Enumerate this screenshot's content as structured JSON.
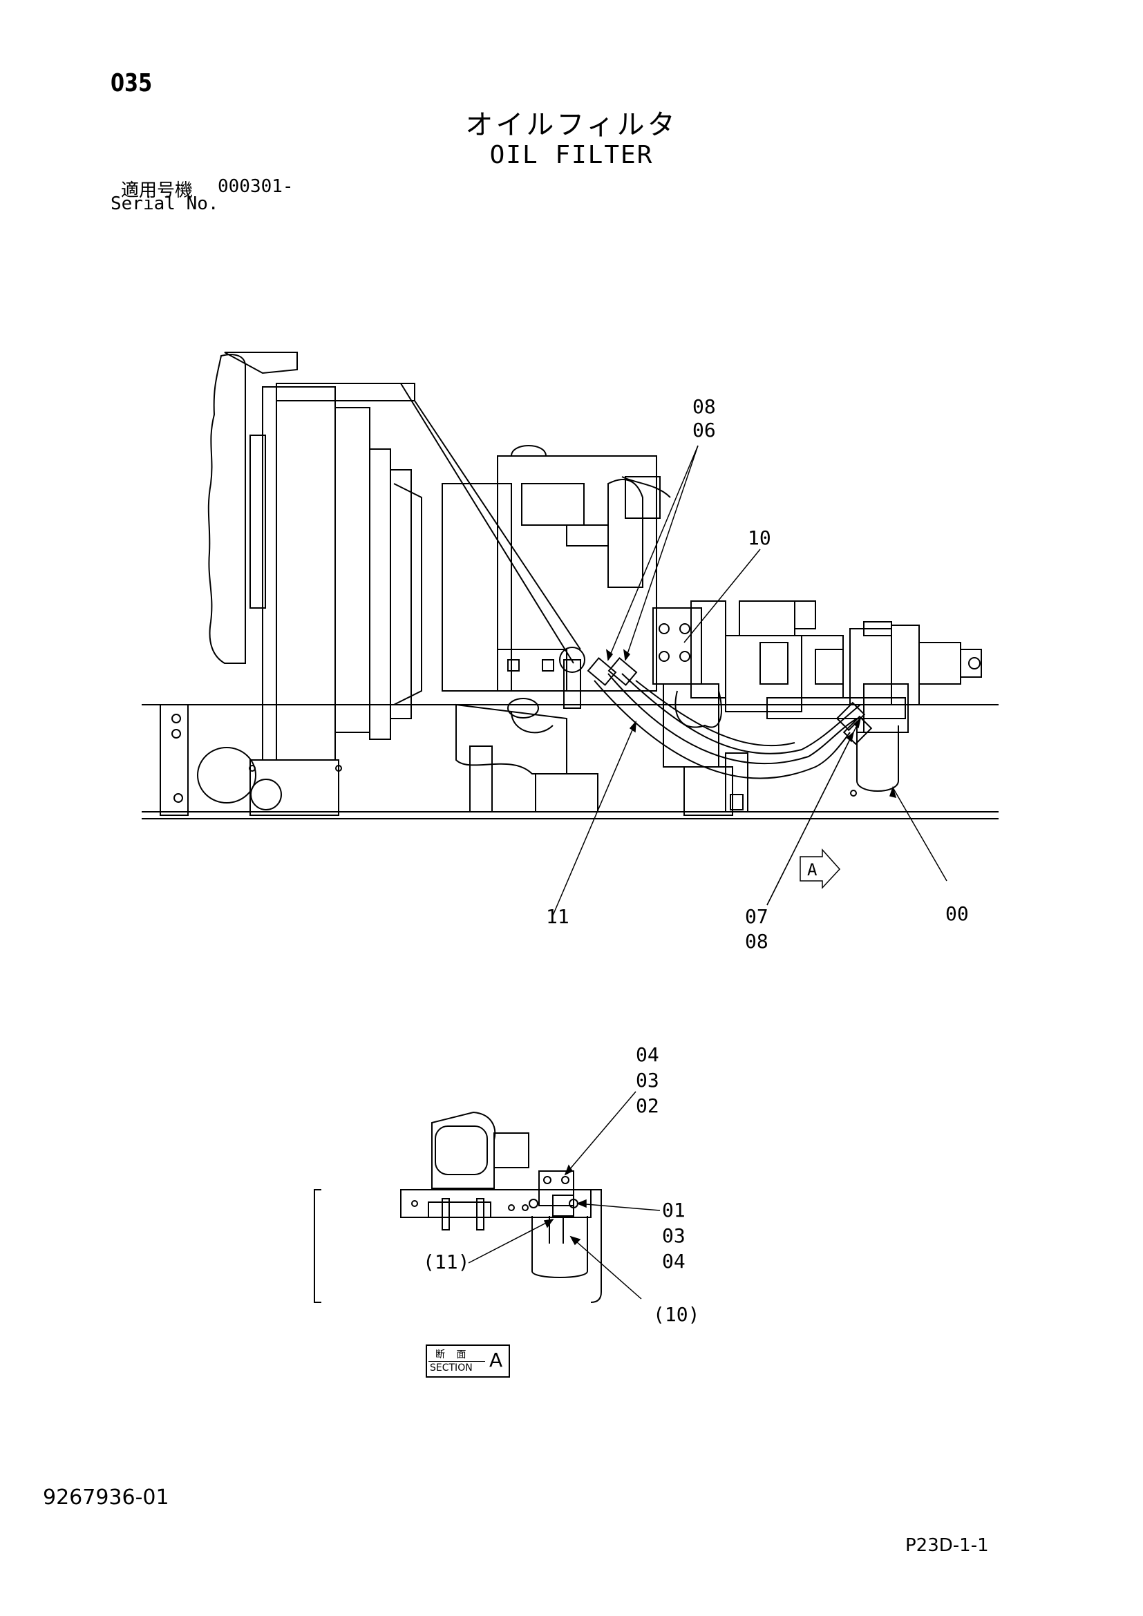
{
  "header": {
    "page_number": "035",
    "title_jp": "オイルフィルタ",
    "title_en": "OIL FILTER",
    "serial_label_jp": "適用号機",
    "serial_value": "000301-",
    "serial_label_en": "Serial No."
  },
  "main_view": {
    "callouts": {
      "c08_top": "08",
      "c06": "06",
      "c10": "10",
      "c11": "11",
      "c07": "07",
      "c08_bottom": "08",
      "c00": "00"
    },
    "view_marker": "A"
  },
  "section_view": {
    "callouts": {
      "c04_top": "04",
      "c03_top": "03",
      "c02": "02",
      "c01": "01",
      "c03_right": "03",
      "c04_right": "04",
      "c11_ref": "(11)",
      "c10_ref": "(10)"
    },
    "section_label_jp": "断 面",
    "section_label_en": "SECTION",
    "section_letter": "A"
  },
  "footer": {
    "document_number": "9267936-01",
    "page_code": "P23D-1-1"
  }
}
